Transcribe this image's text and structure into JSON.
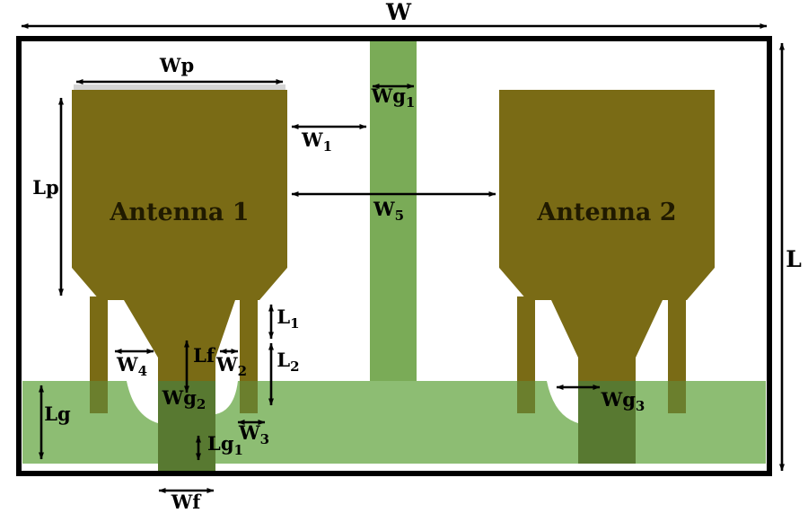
{
  "figure": {
    "type": "antenna-geometry-diagram",
    "antenna1_label": "Antenna 1",
    "antenna2_label": "Antenna 2"
  },
  "labels": {
    "W": {
      "main": "W",
      "sub": ""
    },
    "L": {
      "main": "L",
      "sub": ""
    },
    "Wp": {
      "main": "Wp",
      "sub": ""
    },
    "Lp": {
      "main": "Lp",
      "sub": ""
    },
    "Wg1": {
      "main": "Wg",
      "sub": "1"
    },
    "W1": {
      "main": "W",
      "sub": "1"
    },
    "W5": {
      "main": "W",
      "sub": "5"
    },
    "L1": {
      "main": "L",
      "sub": "1"
    },
    "L2": {
      "main": "L",
      "sub": "2"
    },
    "W4": {
      "main": "W",
      "sub": "4"
    },
    "Lf": {
      "main": "Lf",
      "sub": ""
    },
    "W2": {
      "main": "W",
      "sub": "2"
    },
    "Wg2": {
      "main": "Wg",
      "sub": "2"
    },
    "Lg1": {
      "main": "Lg",
      "sub": "1"
    },
    "W3": {
      "main": "W",
      "sub": "3"
    },
    "Lg": {
      "main": "Lg",
      "sub": ""
    },
    "Wf": {
      "main": "Wf",
      "sub": ""
    },
    "Wg3": {
      "main": "Wg",
      "sub": "3"
    }
  },
  "colors": {
    "board_background": "#ffffff",
    "border": "#000000",
    "ground": "#8dbd73",
    "strip": "#7aab57",
    "patch": "#7a6b15",
    "feed_overlap": "#587931",
    "stub_overlap": "#6b7f2d",
    "edge_highlight": "#d4d4d4",
    "antenna_text": "#201a00",
    "dimension_text": "#000000"
  }
}
